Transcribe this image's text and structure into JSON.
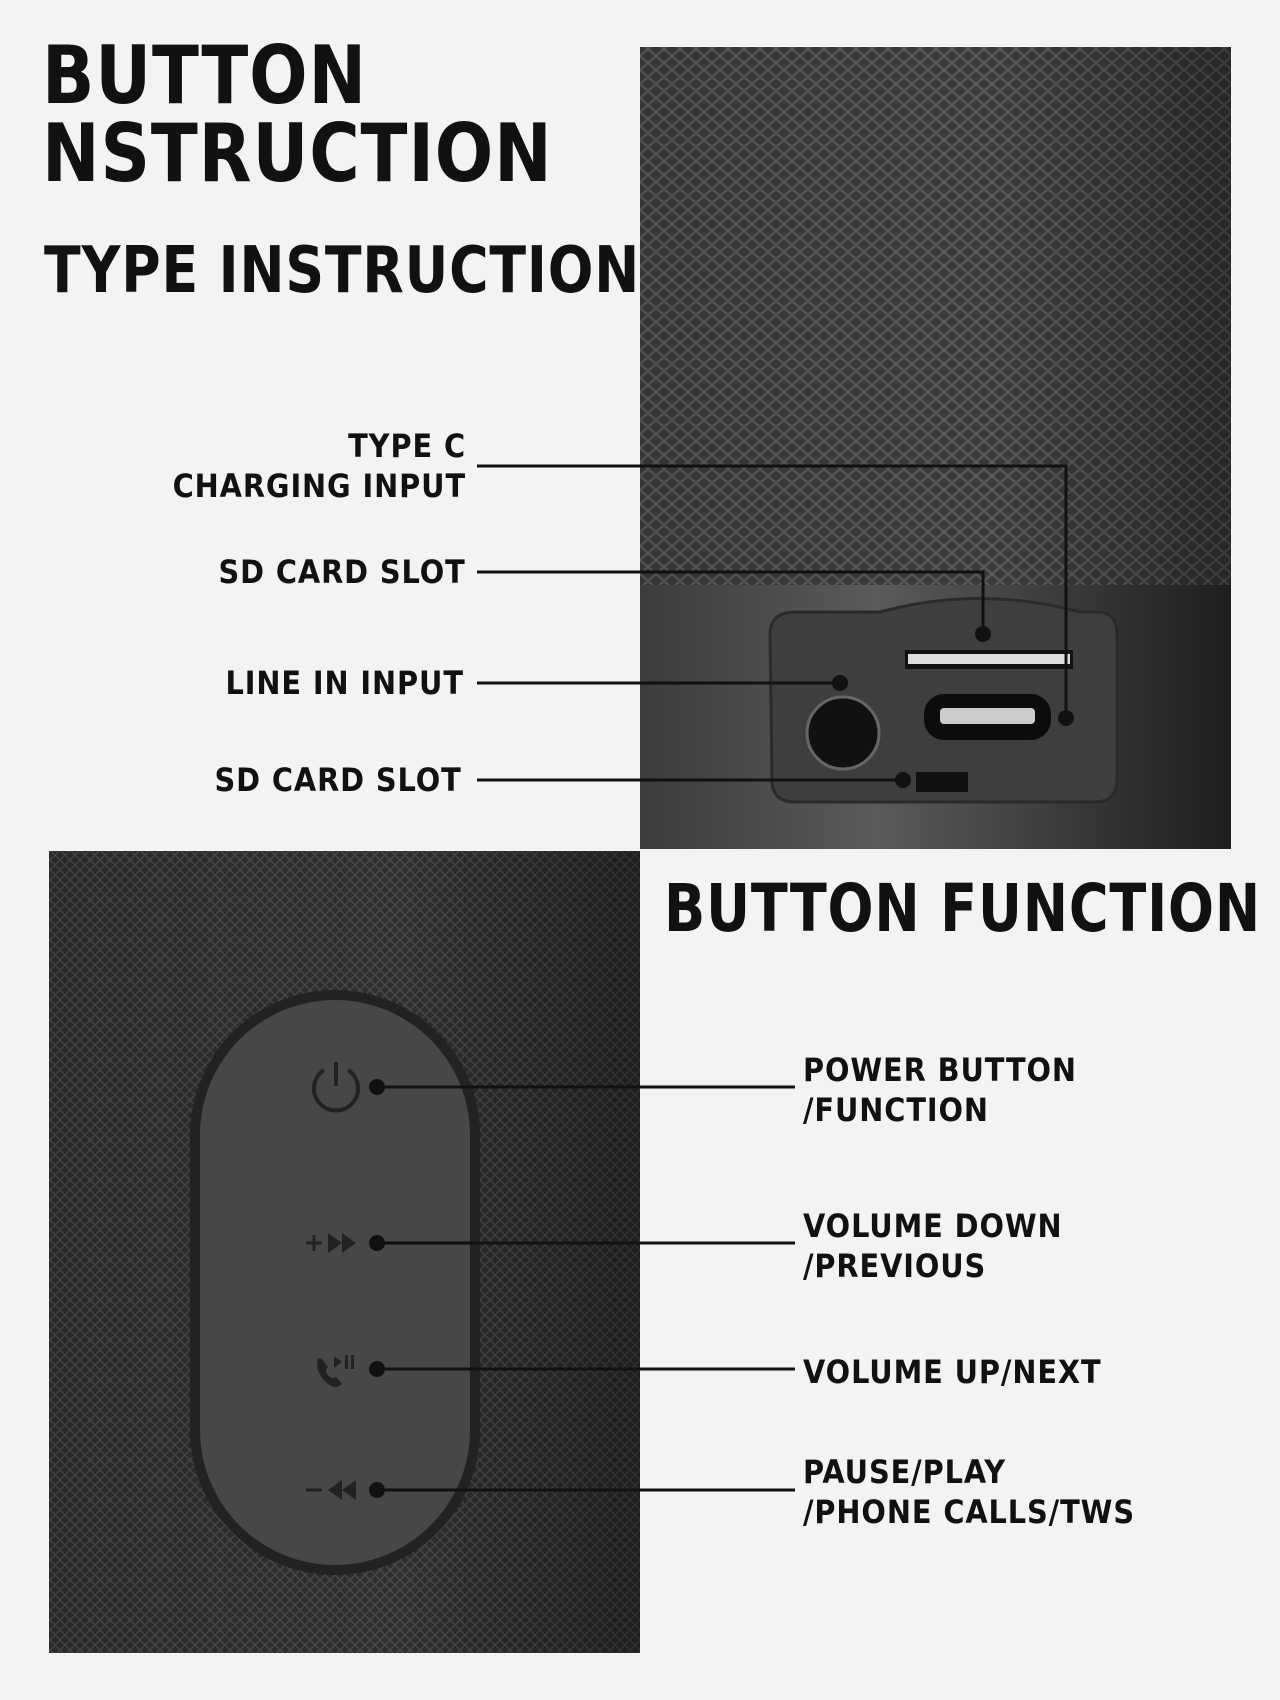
{
  "titles": {
    "button_instruction_line1": "BUTTON",
    "button_instruction_line2": "NSTRUCTION",
    "type_instruction": "TYPE INSTRUCTION",
    "button_function": "BUTTON FUNCTION"
  },
  "ports": [
    {
      "line1": "TYPE C",
      "line2": "CHARGING INPUT"
    },
    {
      "line1": "SD CARD SLOT"
    },
    {
      "line1": "LINE IN INPUT"
    },
    {
      "line1": "SD CARD SLOT"
    }
  ],
  "buttons": [
    {
      "icon": "power-icon",
      "line1": "POWER BUTTON",
      "line2": "/FUNCTION"
    },
    {
      "icon": "volume-up-next-icon",
      "line1": "VOLUME DOWN",
      "line2": "/PREVIOUS"
    },
    {
      "icon": "phone-play-pause-icon",
      "line1": "VOLUME UP/NEXT"
    },
    {
      "icon": "volume-down-previous-icon",
      "line1": "PAUSE/PLAY",
      "line2": "/PHONE CALLS/TWS"
    }
  ],
  "colors": {
    "background": "#f3f3f3",
    "speaker": "#3a3a3a",
    "text": "#111111"
  }
}
